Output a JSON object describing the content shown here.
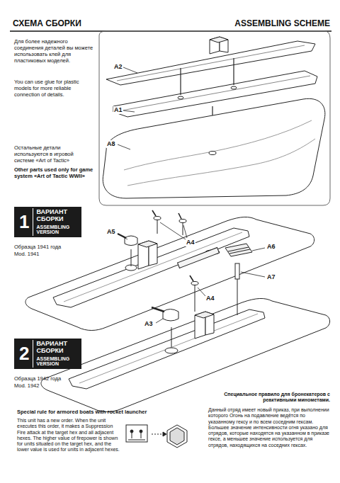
{
  "diagram": {
    "title": "СХЕМА СБОРКИ",
    "nodes": [
      {
        "text": [
          "1",
          "ВАРИАНТ СБОРКИ",
          "ASSEMBLING VERSION"
        ]
      },
      {
        "text": [
          "2",
          "ВАРИАНТ СБОРКИ",
          "ASSEMBLING VERSION"
        ]
      }
    ],
    "labels": [
      "ASSEMBLING SCHEME",
      "Для более надежного соединения деталей вы можете использовать клей для пластиковых моделей.",
      "You can use glue for plastic models for more reliable connection of details.",
      "Остальные детали используются в игровой системе «Art of Tactic»",
      "Other parts used only for game system «Art of Tactic WWII»",
      "A2",
      "A1",
      "A8",
      "A5",
      "A4",
      "Образца 1941 года",
      "Mod. 1941",
      "A6",
      "A4",
      "A7",
      "A3",
      "Образца 1942 года",
      "Mod. 1942",
      "Special rule for armored boats with rocket launcher",
      "This unit has a new order. When the unit executes this order, it makes a Suppression Fire attack at the target hex and all adjacent hexes. The higher value of firepower is shown for units situated on the target hex, and the lower value is used for units in adjacent hexes.",
      "Специальное правило для бронекатеров с реактивными минометами.",
      "Данный отряд имеет новый приказ, при выполнении которого Огонь на подавление ведётся по указанному гексу и по всем соседним гексам. Большее значение интенсивности огня указано для отрядов, которые находятся на указанном в приказе гексе, а меньшее значение используется для отрядов, находящихся на соседних гексах."
    ]
  }
}
